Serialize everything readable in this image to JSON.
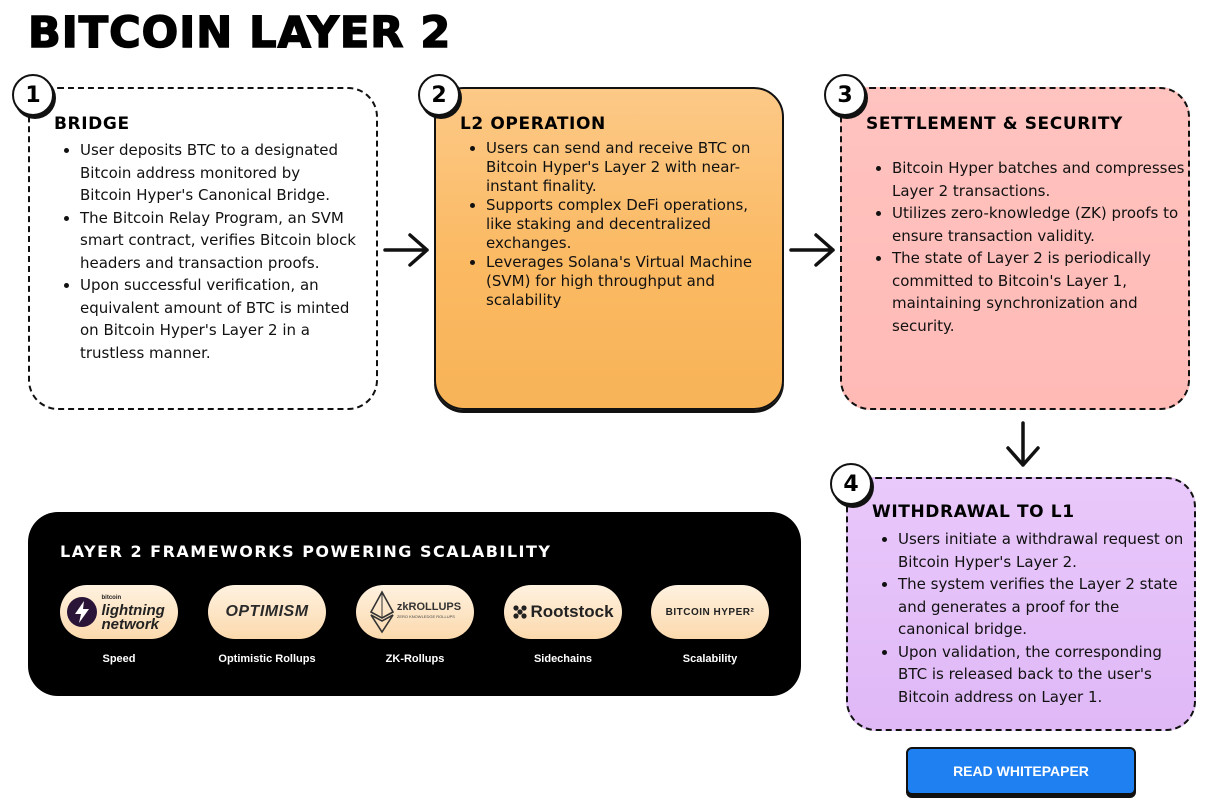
{
  "page": {
    "title": "BITCOIN LAYER 2"
  },
  "steps": [
    {
      "number": "1",
      "title": "BRIDGE",
      "bullets": [
        "User deposits BTC to a designated Bitcoin address monitored by Bitcoin Hyper's Canonical Bridge.",
        "The Bitcoin Relay Program, an SVM smart contract, verifies Bitcoin block headers and transaction proofs.",
        "Upon successful verification, an equivalent amount of BTC is minted on Bitcoin Hyper's Layer 2 in a trustless manner."
      ]
    },
    {
      "number": "2",
      "title": "L2 OPERATION",
      "bullets": [
        "Users can send and receive BTC on Bitcoin Hyper's Layer 2 with near-instant finality.",
        "Supports complex DeFi operations, like staking and decentralized exchanges.",
        "Leverages Solana's Virtual Machine (SVM) for high throughput and scalability"
      ]
    },
    {
      "number": "3",
      "title": "SETTLEMENT & SECURITY",
      "bullets": [
        "Bitcoin Hyper batches and compresses Layer 2 transactions.",
        "Utilizes zero-knowledge (ZK) proofs to ensure transaction validity.",
        "The state of Layer 2 is periodically committed to Bitcoin's Layer 1, maintaining synchronization and security."
      ]
    },
    {
      "number": "4",
      "title": "WITHDRAWAL TO L1",
      "bullets": [
        "Users initiate a withdrawal request on Bitcoin Hyper's Layer 2.",
        "The system verifies the Layer 2 state and generates a proof for the canonical bridge.",
        "Upon validation, the corresponding BTC is released back to the user's Bitcoin address on Layer 1."
      ]
    }
  ],
  "frameworks": {
    "title": "LAYER 2 FRAMEWORKS POWERING SCALABILITY",
    "items": [
      {
        "logo": "lightning network",
        "logo_small": "bitcoin",
        "caption": "Speed"
      },
      {
        "logo": "OPTIMISM",
        "caption": "Optimistic Rollups"
      },
      {
        "logo": "zkROLLUPS",
        "logo_small": "ZERO KNOWLEDGE ROLLUPS",
        "caption": "ZK-Rollups"
      },
      {
        "logo": "Rootstock",
        "caption": "Sidechains"
      },
      {
        "logo": "BITCOIN HYPER²",
        "caption": "Scalability"
      }
    ]
  },
  "cta": {
    "label": "READ WHITEPAPER"
  },
  "colors": {
    "step2": "#fbb962",
    "step3": "#ffbab6",
    "step4": "#dfb8f6",
    "button": "#1f80f2",
    "panel": "#000000"
  }
}
